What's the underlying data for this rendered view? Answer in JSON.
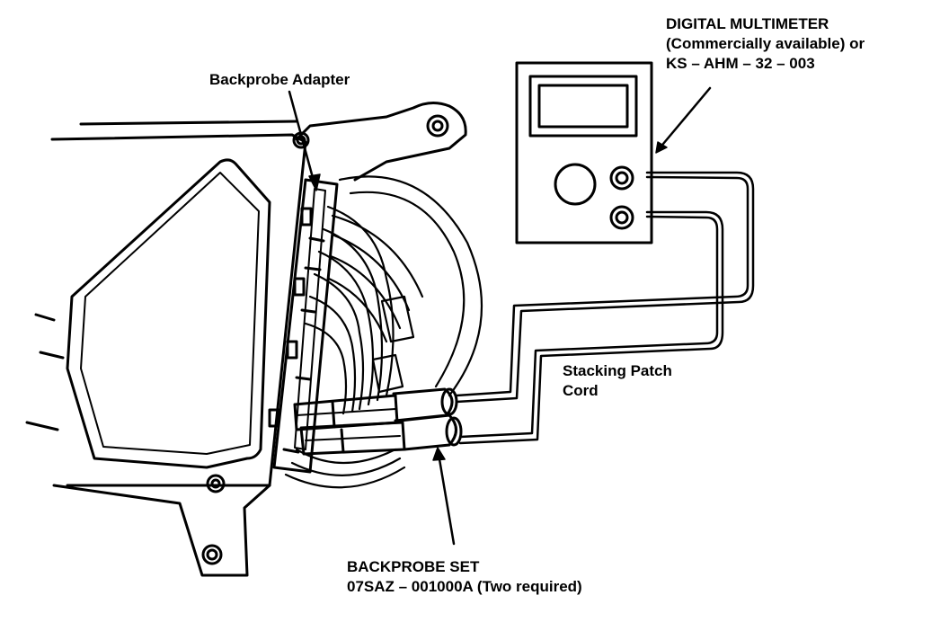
{
  "labels": {
    "multimeter": {
      "line1": "DIGITAL MULTIMETER",
      "line2": "(Commercially available) or",
      "line3": "KS – AHM – 32 – 003"
    },
    "backprobe_adapter": "Backprobe Adapter",
    "stacking_patch_cord": {
      "line1": "Stacking Patch",
      "line2": "Cord"
    },
    "backprobe_set": {
      "line1": "BACKPROBE SET",
      "line2": "07SAZ – 001000A (Two required)"
    }
  },
  "colors": {
    "ink": "#000000",
    "paper": "#ffffff"
  }
}
